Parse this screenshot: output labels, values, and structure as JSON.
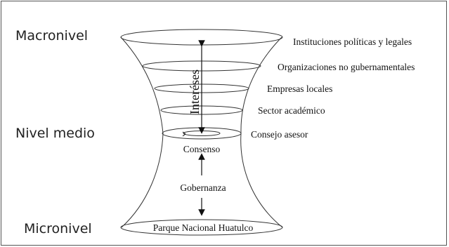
{
  "levels": {
    "macro": "Macronivel",
    "medio": "Nivel medio",
    "micro": "Micronivel"
  },
  "layers": [
    "Instituciones políticas y legales",
    "Organizaciones no gubernamentales",
    "Empresas locales",
    "Sector académico",
    "Consejo asesor"
  ],
  "center": {
    "intereses": "Interéses",
    "consenso": "Consenso",
    "gobernanza": "Gobernanza",
    "base": "Parque Nacional Huatulco"
  }
}
